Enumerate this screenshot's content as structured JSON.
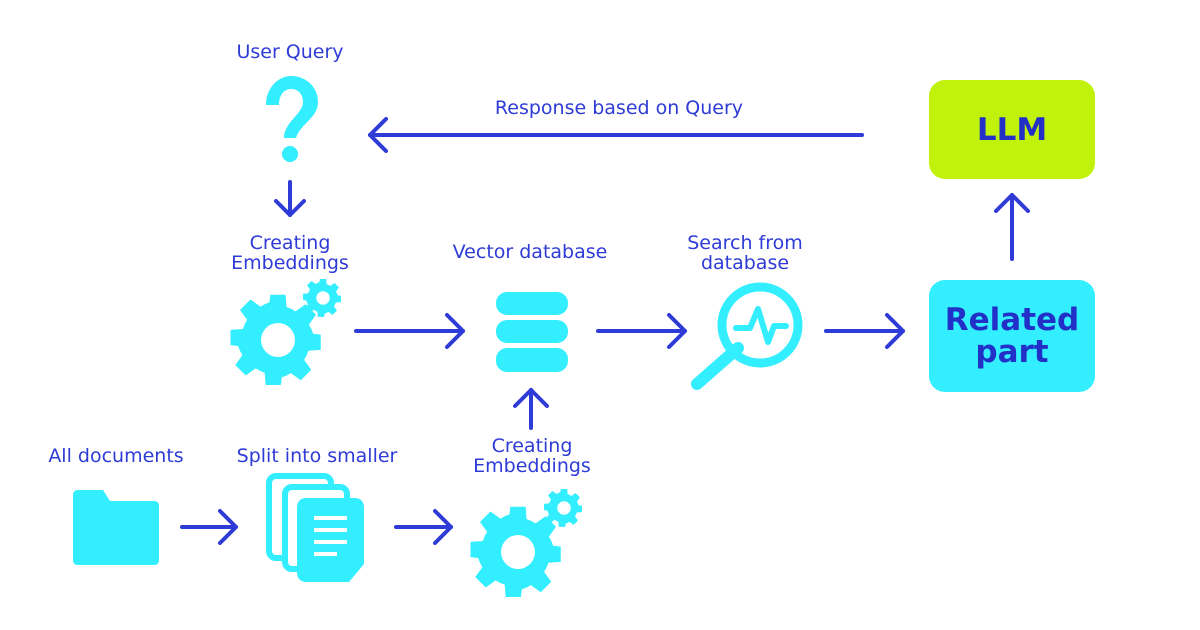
{
  "colors": {
    "icon": "#33eeff",
    "arrow": "#2e3bd6",
    "text": "#2e3bd6",
    "llm_box": "#c0f20b",
    "related_box": "#33eeff"
  },
  "labels": {
    "user_query": "User Query",
    "response": "Response based on Query",
    "creating_embeddings_top_1": "Creating",
    "creating_embeddings_top_2": "Embeddings",
    "vector_database": "Vector database",
    "search_1": "Search from",
    "search_2": "database",
    "all_documents": "All documents",
    "split": "Split into smaller",
    "creating_embeddings_bottom_1": "Creating",
    "creating_embeddings_bottom_2": "Embeddings"
  },
  "boxes": {
    "llm": "LLM",
    "related_1": "Related",
    "related_2": "part"
  },
  "icons": [
    "question-icon",
    "gear-icon",
    "database-icon",
    "search-chart-icon",
    "folder-icon",
    "documents-icon"
  ]
}
